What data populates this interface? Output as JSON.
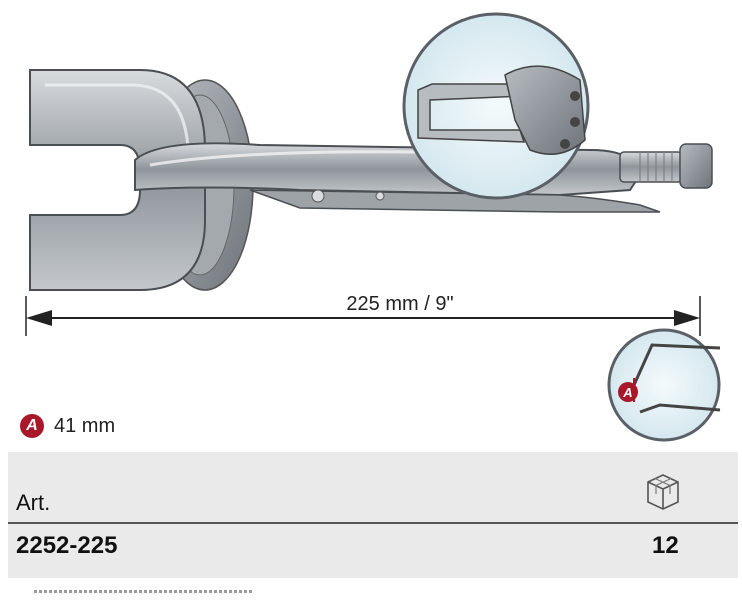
{
  "dimension": {
    "length_label": "225 mm / 9\""
  },
  "spec": {
    "badge_letter": "A",
    "value": "41 mm"
  },
  "table": {
    "header_art": "Art.",
    "header_qty_icon": "box-package-icon",
    "article_number": "2252-225",
    "quantity": "12"
  },
  "colors": {
    "badge": "#a8182a",
    "table_bg": "#eaeaea",
    "tool_metal": "#9aa0a6"
  }
}
